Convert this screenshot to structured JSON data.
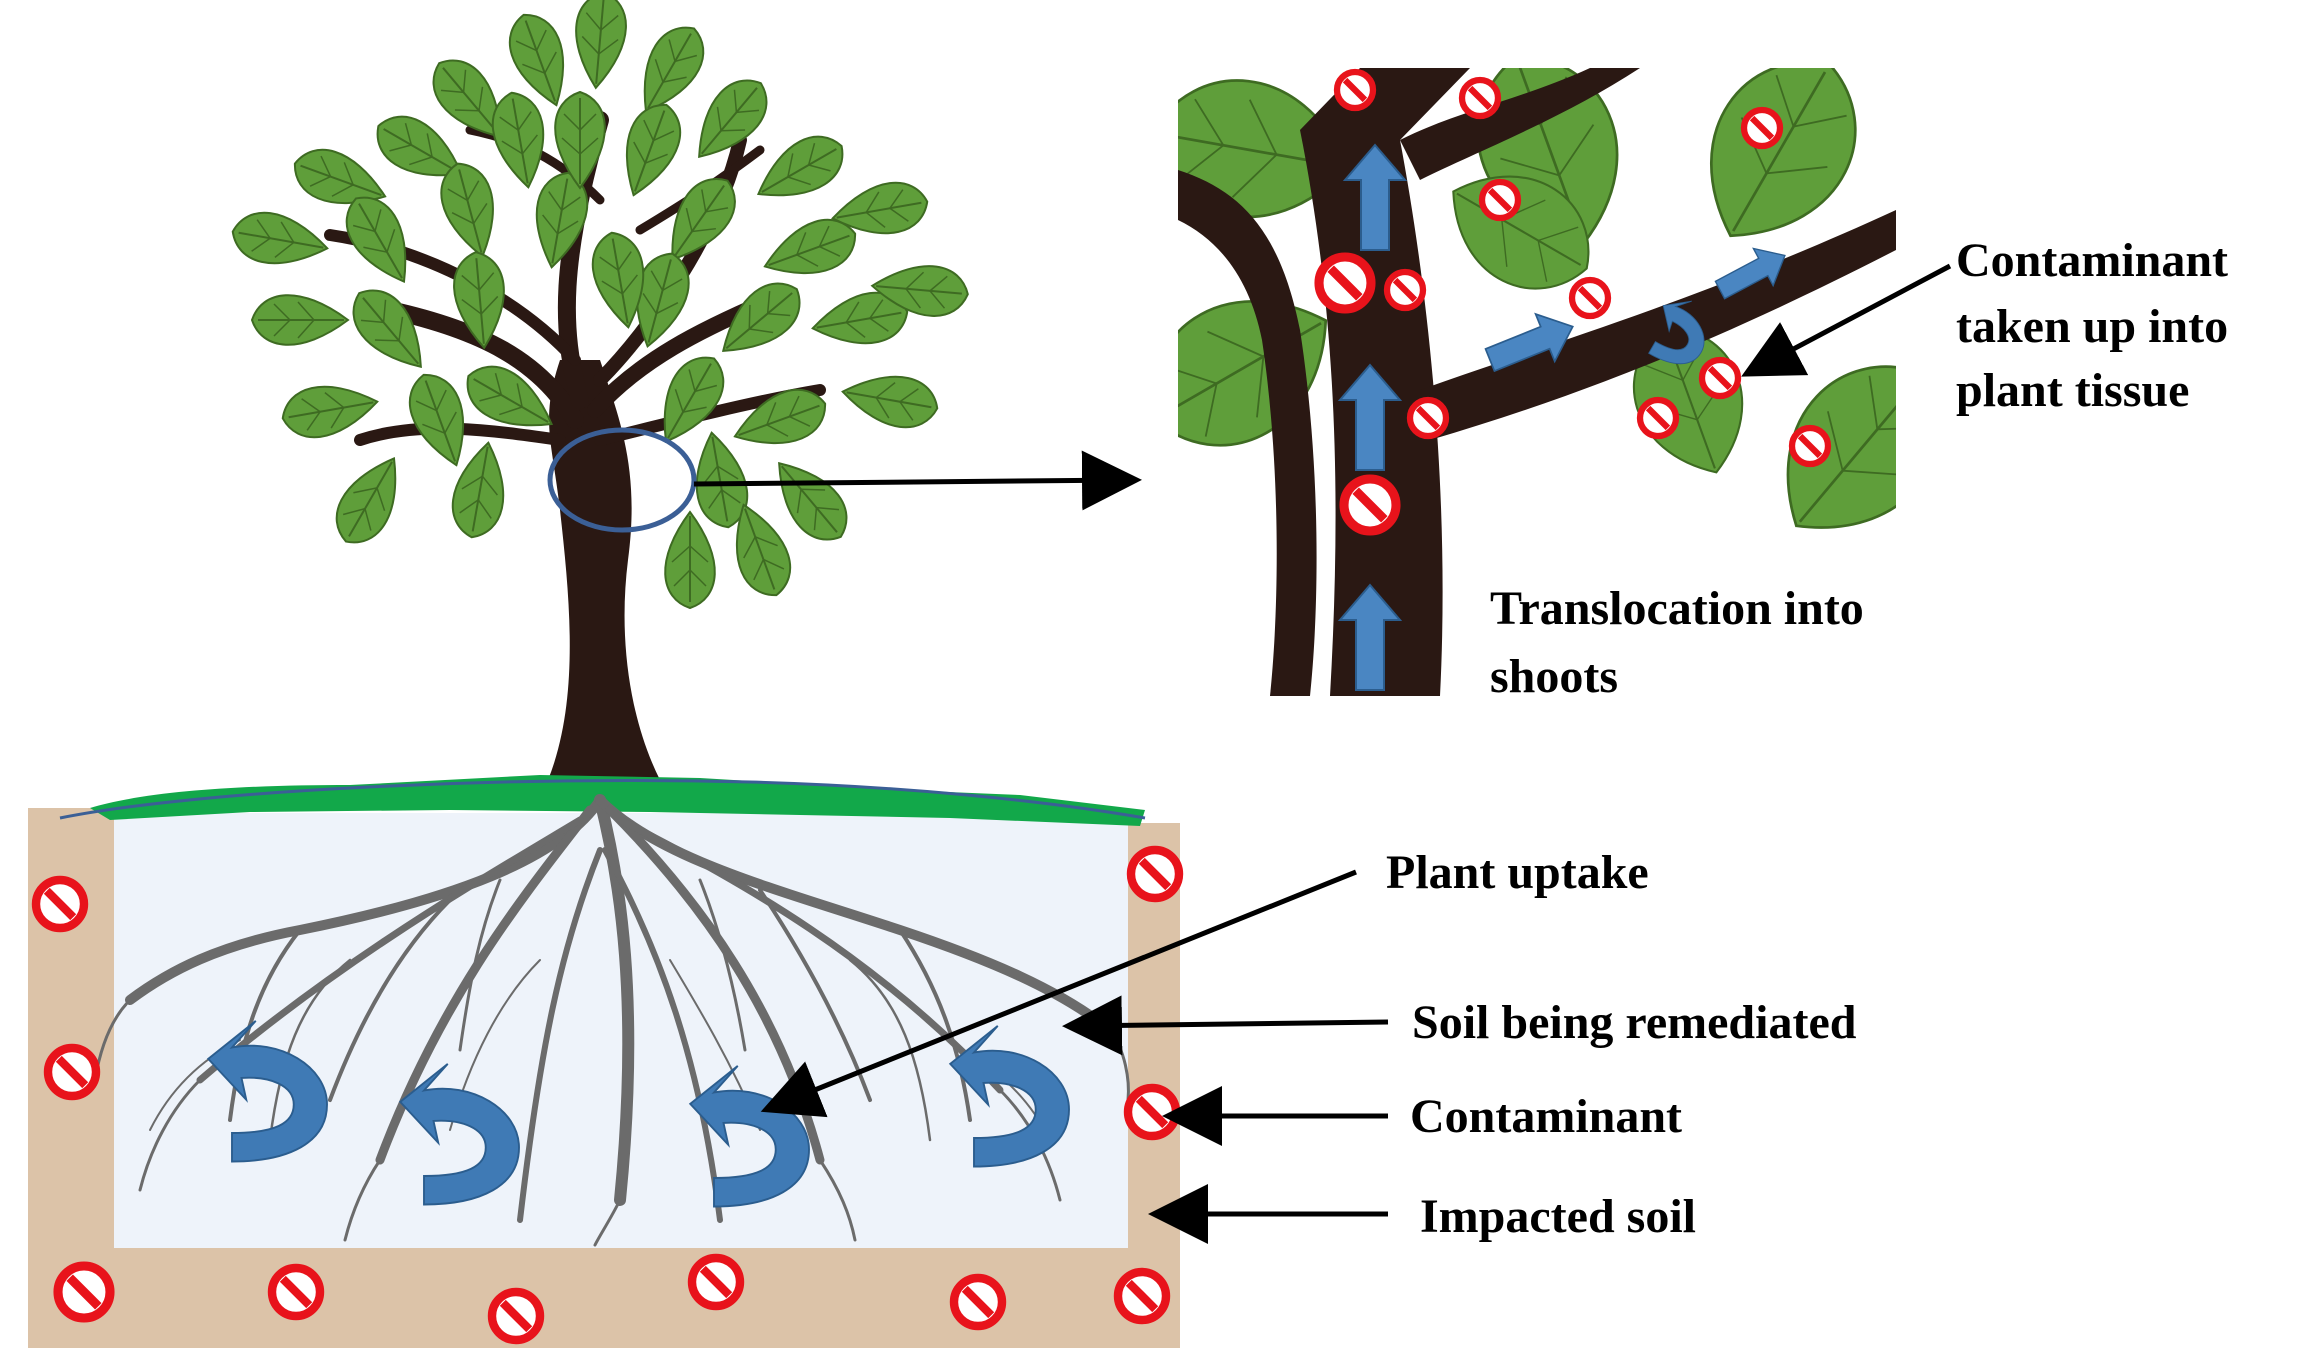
{
  "labels": {
    "contaminant_taken_up_line1": "Contaminant",
    "contaminant_taken_up_line2": "taken up into",
    "contaminant_taken_up_line3": "plant tissue",
    "translocation_line1": "Translocation into",
    "translocation_line2": "shoots",
    "plant_uptake": "Plant uptake",
    "soil_being_remediated": "Soil being remediated",
    "contaminant": "Contaminant",
    "impacted_soil": "Impacted soil"
  },
  "colors": {
    "leaf": "#5f9e3a",
    "leaf_light": "#8cc063",
    "leaf_vein": "#3e6b22",
    "trunk": "#2a1813",
    "grass": "#12a84a",
    "impacted_soil": "#dcc3a8",
    "remediated_soil": "#eef3fa",
    "roots": "#6b6b6b",
    "flow_arrow": "#3f7ab5",
    "contaminant_symbol": "#e8131b",
    "pointer": "#000000"
  },
  "icons": {
    "contaminant": "prohibition-circle-icon",
    "flow": "curved-arrow-icon",
    "translocation": "up-arrow-icon"
  }
}
